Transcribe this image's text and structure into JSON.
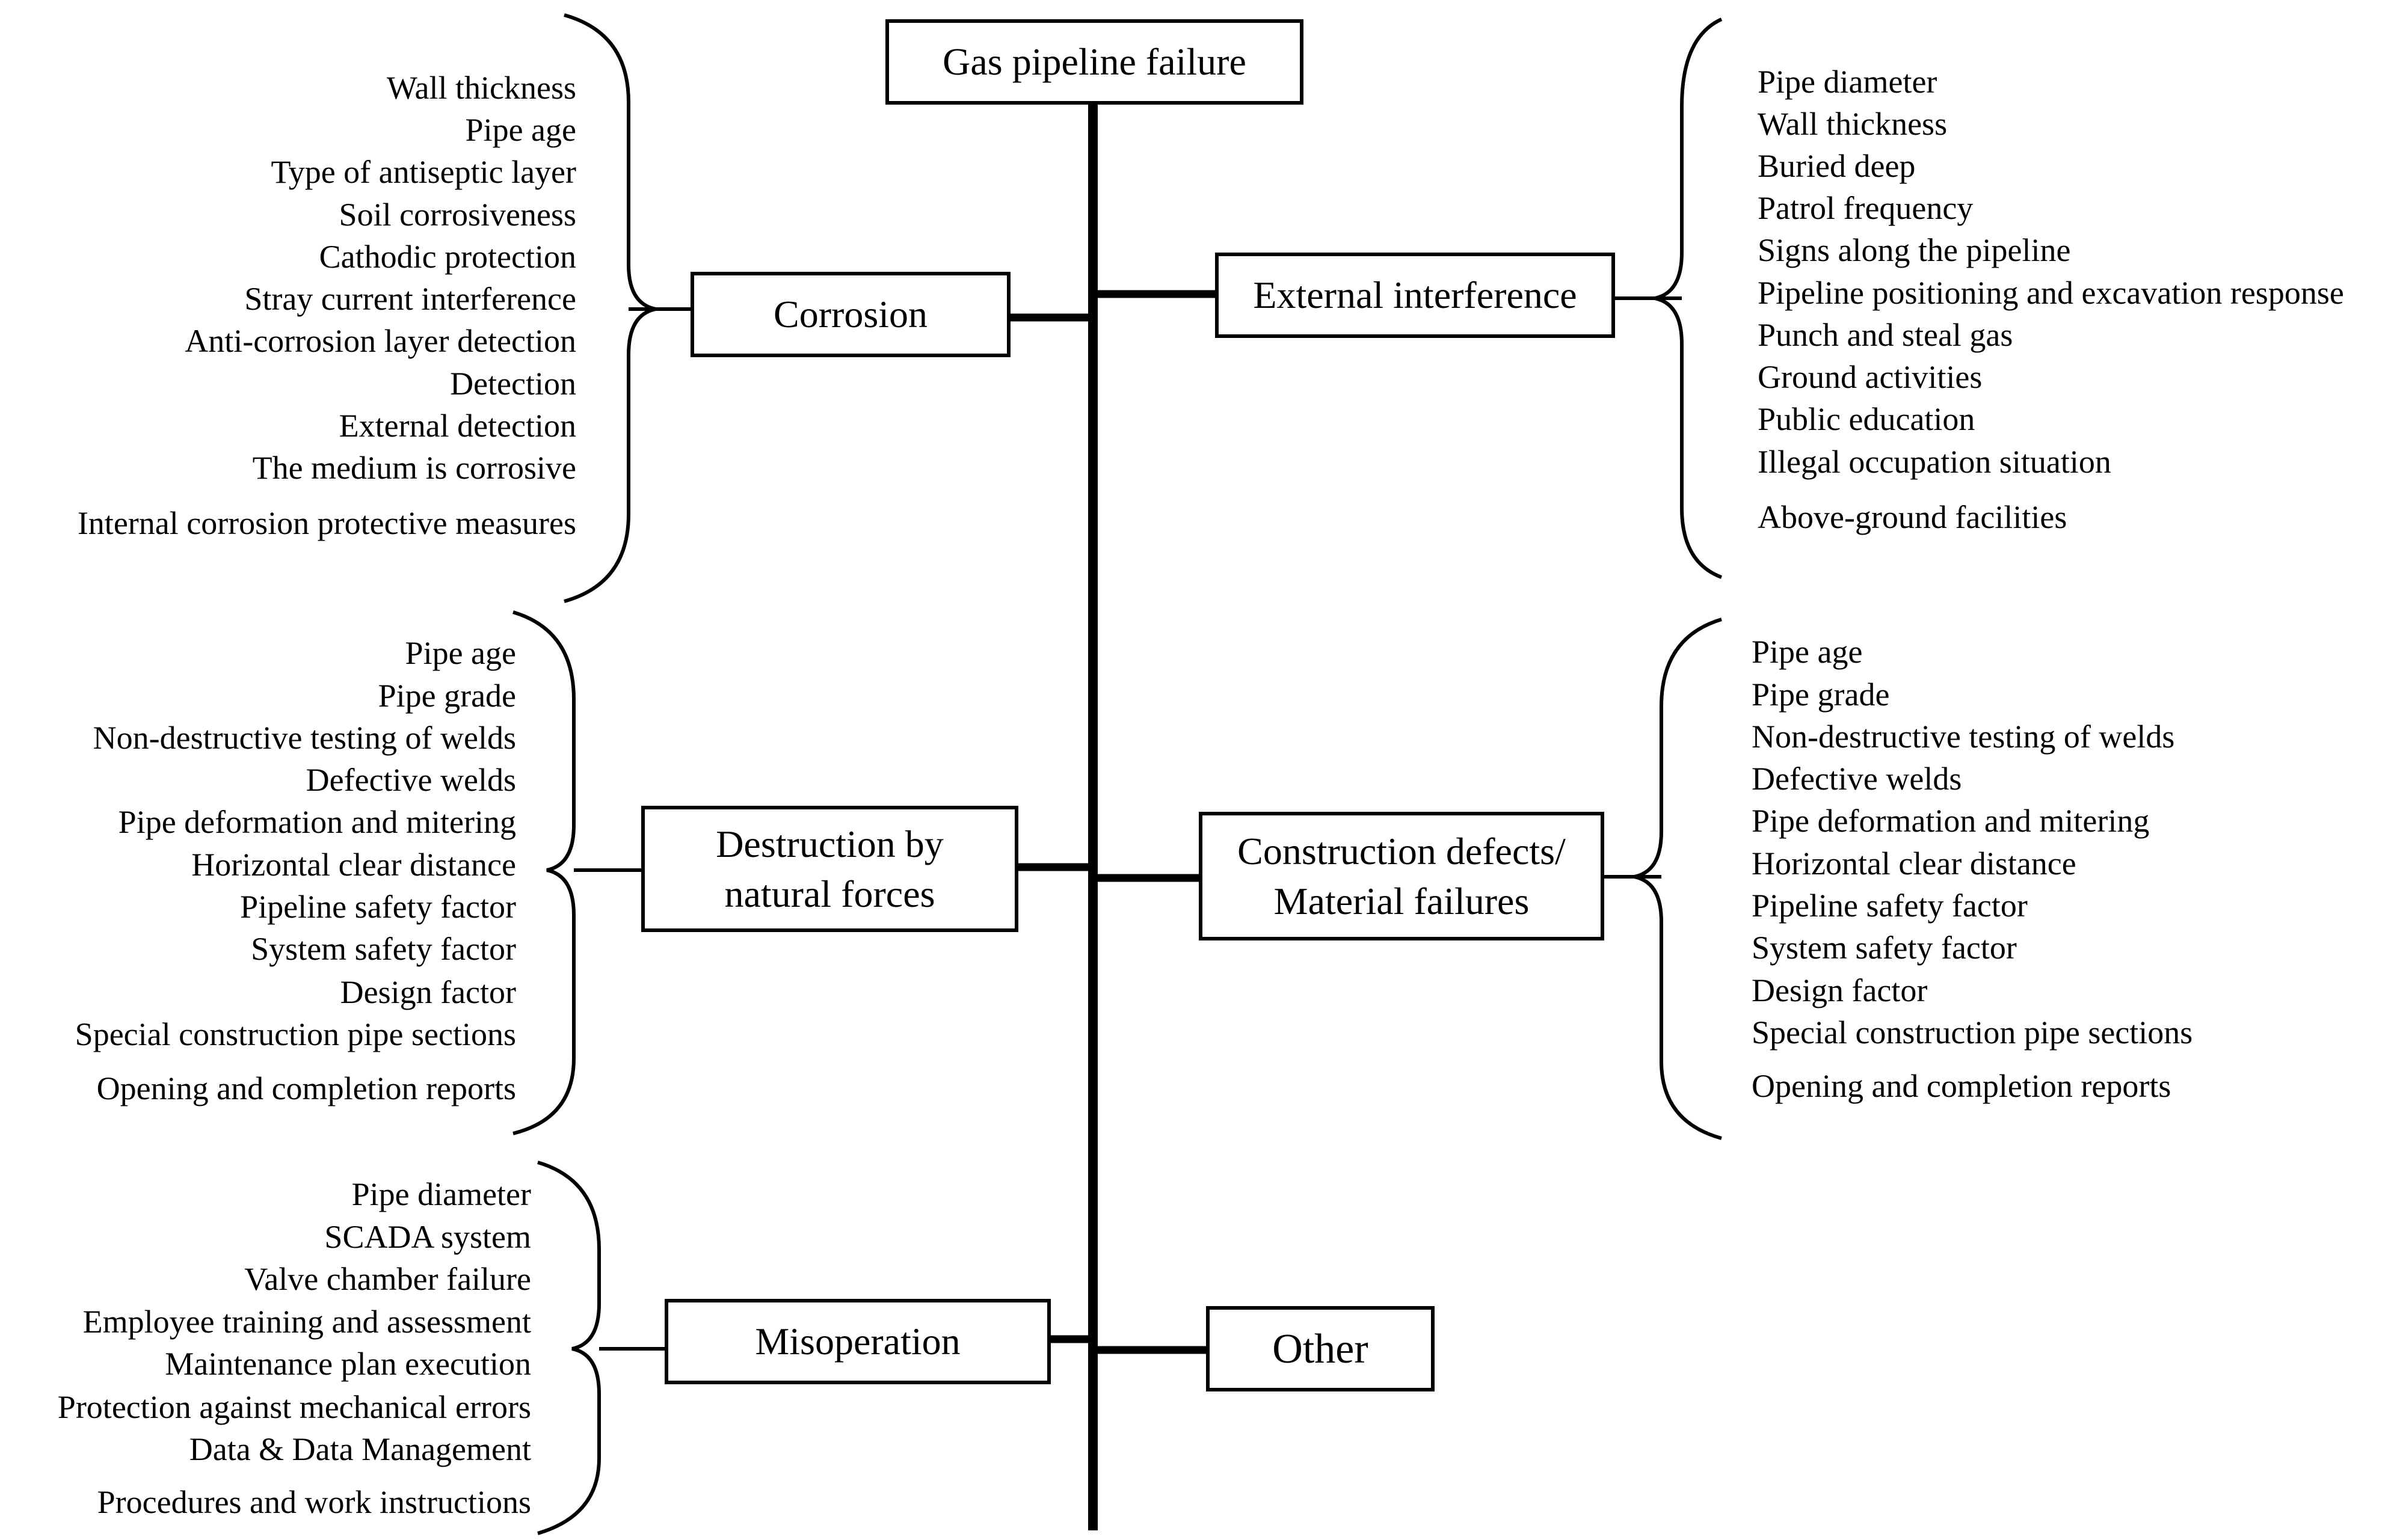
{
  "title": "Gas pipeline failure",
  "categories": {
    "corrosion": {
      "label": "Corrosion",
      "factors": [
        "Wall thickness",
        "Pipe age",
        "Type of antiseptic layer",
        "Soil corrosiveness",
        "Cathodic protection",
        "Stray current interference",
        "Anti-corrosion layer detection",
        "Detection",
        "External detection",
        "The medium is corrosive",
        "Internal corrosion protective measures"
      ]
    },
    "external_interference": {
      "label": "External interference",
      "factors": [
        "Pipe diameter",
        "Wall thickness",
        "Buried deep",
        "Patrol frequency",
        "Signs along the pipeline",
        "Pipeline positioning and excavation response",
        "Punch and steal gas",
        "Ground activities",
        "Public education",
        "Illegal occupation situation",
        "Above-ground facilities"
      ]
    },
    "natural_forces": {
      "label_line1": "Destruction by",
      "label_line2": "natural forces",
      "factors": [
        "Pipe age",
        "Pipe grade",
        "Non-destructive testing of welds",
        "Defective welds",
        "Pipe deformation and mitering",
        "Horizontal clear distance",
        "Pipeline safety factor",
        "System safety factor",
        "Design factor",
        "Special construction pipe sections",
        "Opening and completion reports"
      ]
    },
    "construction_defects": {
      "label_line1": "Construction defects/",
      "label_line2": "Material failures",
      "factors": [
        "Pipe age",
        "Pipe grade",
        "Non-destructive testing of welds",
        "Defective welds",
        "Pipe deformation and mitering",
        "Horizontal clear distance",
        "Pipeline safety factor",
        "System safety factor",
        "Design factor",
        "Special construction pipe sections",
        "Opening and completion reports"
      ]
    },
    "misoperation": {
      "label": "Misoperation",
      "factors": [
        "Pipe diameter",
        "SCADA system",
        "Valve chamber failure",
        "Employee training and assessment",
        "Maintenance plan execution",
        "Protection against mechanical errors",
        "Data & Data Management",
        "Procedures and work instructions"
      ]
    },
    "other": {
      "label": "Other"
    }
  }
}
